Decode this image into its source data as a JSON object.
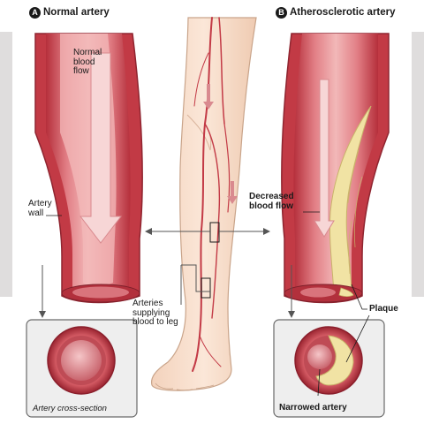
{
  "panel_a": {
    "badge": "A",
    "title": "Normal artery",
    "flow_label": [
      "Normal",
      "blood",
      "flow"
    ],
    "wall_label": [
      "Artery",
      "wall"
    ],
    "cross_section_caption": "Artery cross-section"
  },
  "panel_b": {
    "badge": "B",
    "title": "Atherosclerotic artery",
    "flow_label": [
      "Decreased",
      "blood flow"
    ],
    "plaque_label": "Plaque",
    "narrowed_label": "Narrowed artery"
  },
  "leg": {
    "arteries_label": [
      "Arteries",
      "supplying",
      "blood to leg"
    ]
  },
  "colors": {
    "artery_wall": "#c23a45",
    "artery_inner": "#e7a0a2",
    "plaque": "#f1e3a4",
    "skin": "#f6ddc8",
    "frame": "#6a6a6a"
  }
}
